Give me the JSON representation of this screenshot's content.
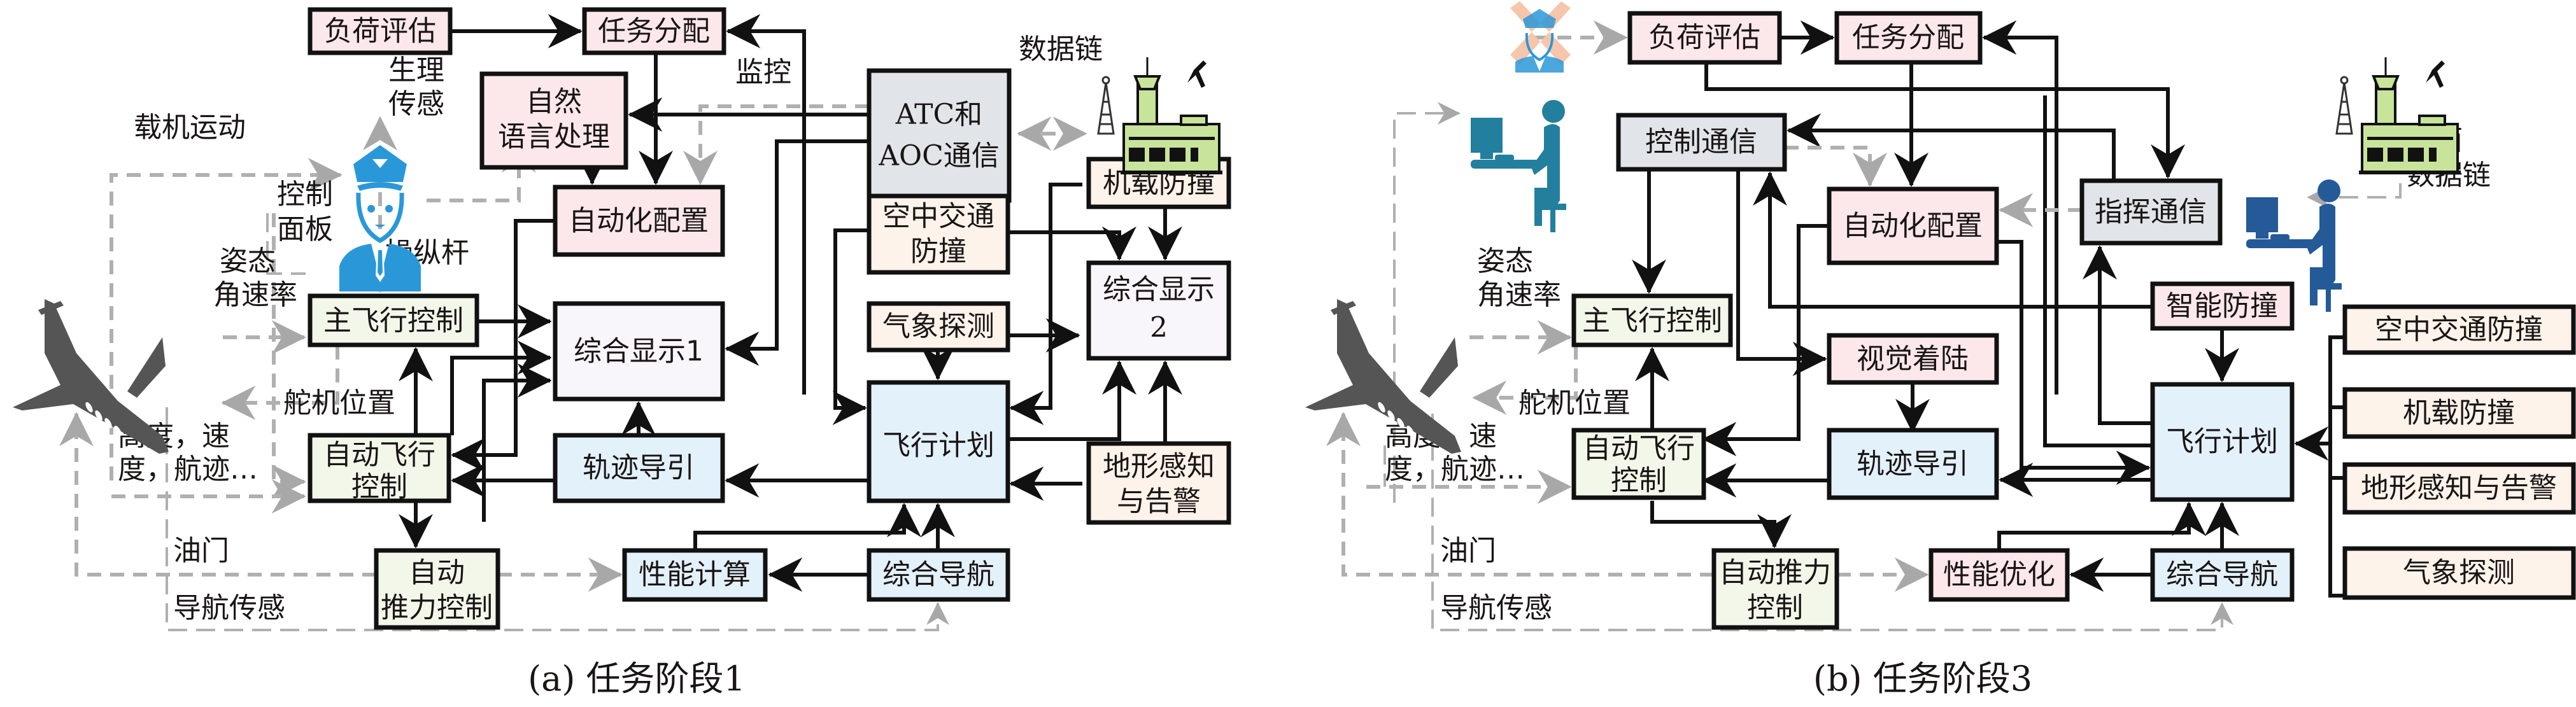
{
  "colors": {
    "pink": "#fce8ea",
    "green": "#f3f7ea",
    "blue": "#e3f1fb",
    "orange": "#fdf3ea",
    "gray": "#e1e4e8",
    "lavender": "#f8f6fa",
    "pilot_blue": "#2a98d8",
    "controller_teal": "#237f9e",
    "controller_navy": "#245a97",
    "tower_green": "#c8e39a",
    "plane_gray": "#555555",
    "cross_peach": "#f5c3a8"
  },
  "panel_a": {
    "caption": "(a) 任务阶段1",
    "boxes": {
      "load_eval": "负荷评估",
      "task_alloc": "任务分配",
      "nlp_1": "自然",
      "nlp_2": "语言处理",
      "atc_1": "ATC和",
      "atc_2": "AOC通信",
      "auto_config": "自动化配置",
      "airborne_ca": "机载防撞",
      "atc_ca_1": "空中交通",
      "atc_ca_2": "防撞",
      "primary_fc": "主飞行控制",
      "display1": "综合显示1",
      "weather": "气象探测",
      "display2_1": "综合显示",
      "display2_2": "2",
      "autopilot_1": "自动飞行",
      "autopilot_2": "控制",
      "trajectory": "轨迹导引",
      "flight_plan": "飞行计划",
      "terrain_1": "地形感知",
      "terrain_2": "与告警",
      "autothrust_1": "自动",
      "autothrust_2": "推力控制",
      "performance": "性能计算",
      "nav": "综合导航"
    },
    "labels": {
      "physio_1": "生理",
      "physio_2": "传感",
      "aircraft_motion": "载机运动",
      "control_panel_1": "控制",
      "control_panel_2": "面板",
      "stick": "操纵杆",
      "attitude_1": "姿态",
      "attitude_2": "角速率",
      "actuator": "舵机位置",
      "state_1": "高度，速",
      "state_2": "度，航迹…",
      "throttle": "油门",
      "nav_sense": "导航传感",
      "monitor": "监控",
      "datalink": "数据链"
    }
  },
  "panel_b": {
    "caption": "(b) 任务阶段3",
    "boxes": {
      "load_eval": "负荷评估",
      "task_alloc": "任务分配",
      "control_comm": "控制通信",
      "auto_config": "自动化配置",
      "command_comm": "指挥通信",
      "primary_fc": "主飞行控制",
      "smart_ca": "智能防撞",
      "visual_landing": "视觉着陆",
      "atc_ca": "空中交通防撞",
      "airborne_ca": "机载防撞",
      "terrain": "地形感知与告警",
      "weather": "气象探测",
      "autopilot_1": "自动飞行",
      "autopilot_2": "控制",
      "trajectory": "轨迹导引",
      "flight_plan": "飞行计划",
      "autothrust_1": "自动推力",
      "autothrust_2": "控制",
      "performance": "性能优化",
      "nav": "综合导航"
    },
    "labels": {
      "attitude_1": "姿态",
      "attitude_2": "角速率",
      "actuator": "舵机位置",
      "state_1": "高度，速",
      "state_2": "度，航迹…",
      "throttle": "油门",
      "nav_sense": "导航传感",
      "ground_1": "地面",
      "ground_2": "数据链"
    }
  }
}
